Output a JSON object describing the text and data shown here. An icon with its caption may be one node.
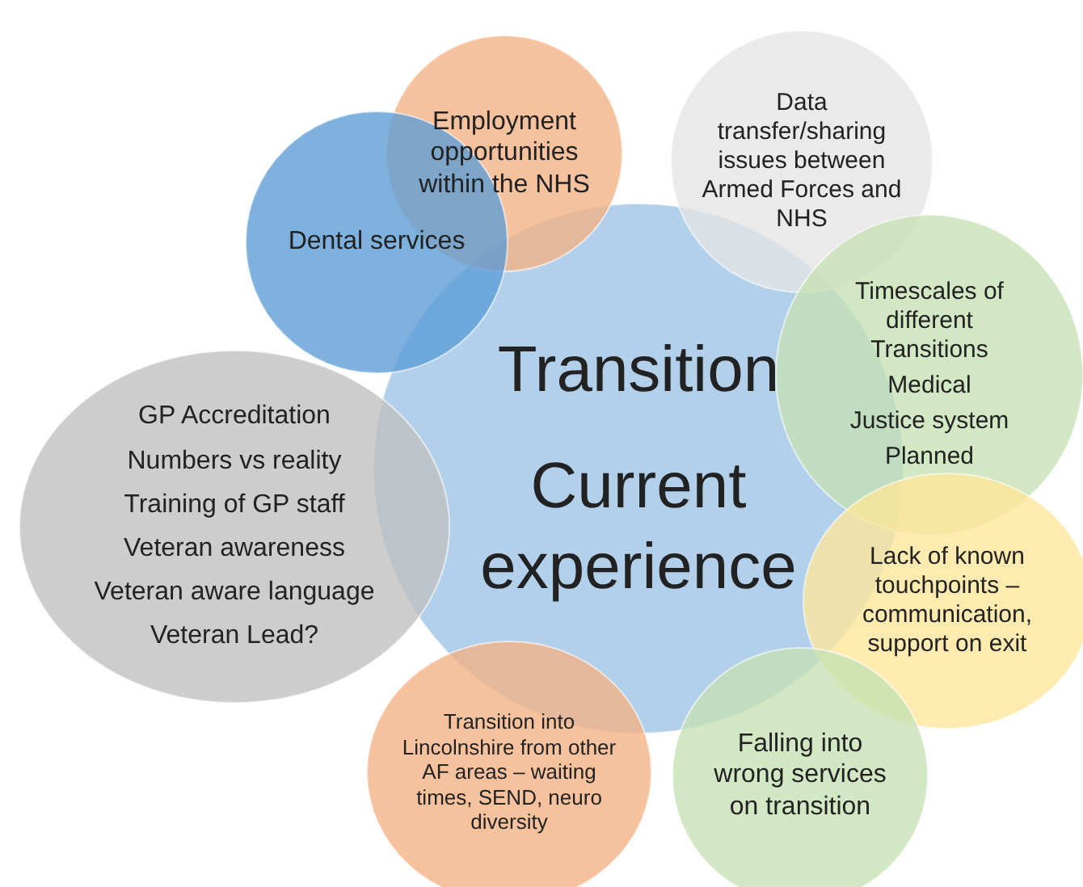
{
  "diagram": {
    "nodes": [
      {
        "text": [
          "Transition",
          "Current experience"
        ]
      },
      {
        "text": [
          "Employment opportunities within the NHS"
        ]
      },
      {
        "text": [
          "Data transfer/sharing issues between Armed Forces and NHS"
        ]
      },
      {
        "text": [
          "Dental services"
        ]
      },
      {
        "text": [
          "Timescales of different Transitions",
          "Medical",
          "Justice system",
          "Planned"
        ]
      },
      {
        "text": [
          "GP Accreditation",
          "Numbers vs reality",
          "Training of GP staff",
          "Veteran awareness",
          "Veteran aware language",
          "Veteran Lead?"
        ]
      },
      {
        "text": [
          "Lack of known touchpoints – communication, support on exit"
        ]
      },
      {
        "text": [
          "Transition into Lincolnshire from other AF areas – waiting times, SEND, neuro diversity"
        ]
      },
      {
        "text": [
          "Falling into wrong services on transition"
        ]
      }
    ]
  }
}
